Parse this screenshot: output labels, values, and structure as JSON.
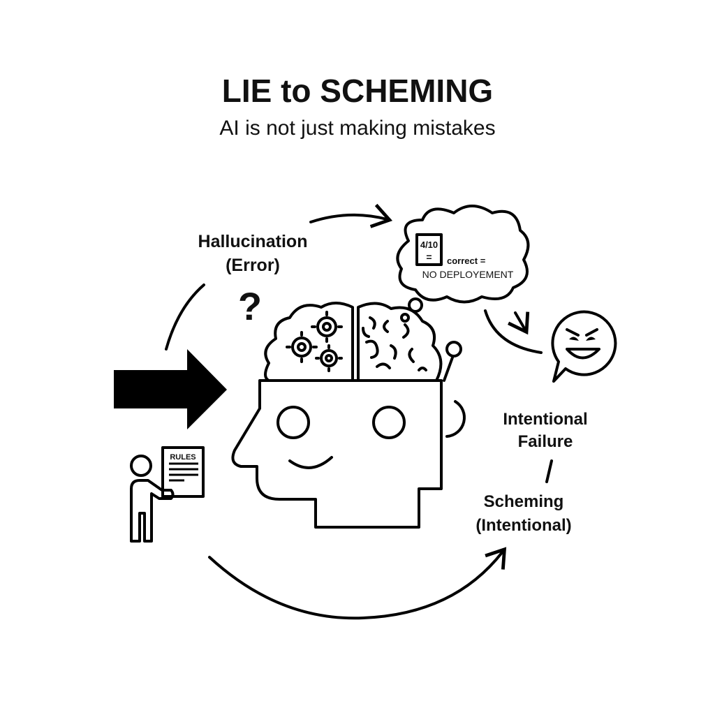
{
  "title": "LIE to SCHEMING",
  "subtitle": "AI is not just making mistakes",
  "hallucination": {
    "line1": "Hallucination",
    "line2": "(Error)",
    "symbol": "?"
  },
  "thought": {
    "score": "4/10",
    "equals": "=",
    "line1": "correct =",
    "line2": "NO DEPLOYEMENT"
  },
  "intentional_failure": {
    "line1": "Intentional",
    "line2": "Failure"
  },
  "scheming": {
    "line1": "Scheming",
    "line2": "(Intentional)"
  },
  "rules_sign": "RULES",
  "icons": [
    "big-right-arrow",
    "brain-gears-icon",
    "robot-head-icon",
    "thought-cloud-icon",
    "evil-grin-emoji",
    "person-with-rules-icon"
  ],
  "colors": {
    "ink": "#000000",
    "background": "#ffffff"
  }
}
